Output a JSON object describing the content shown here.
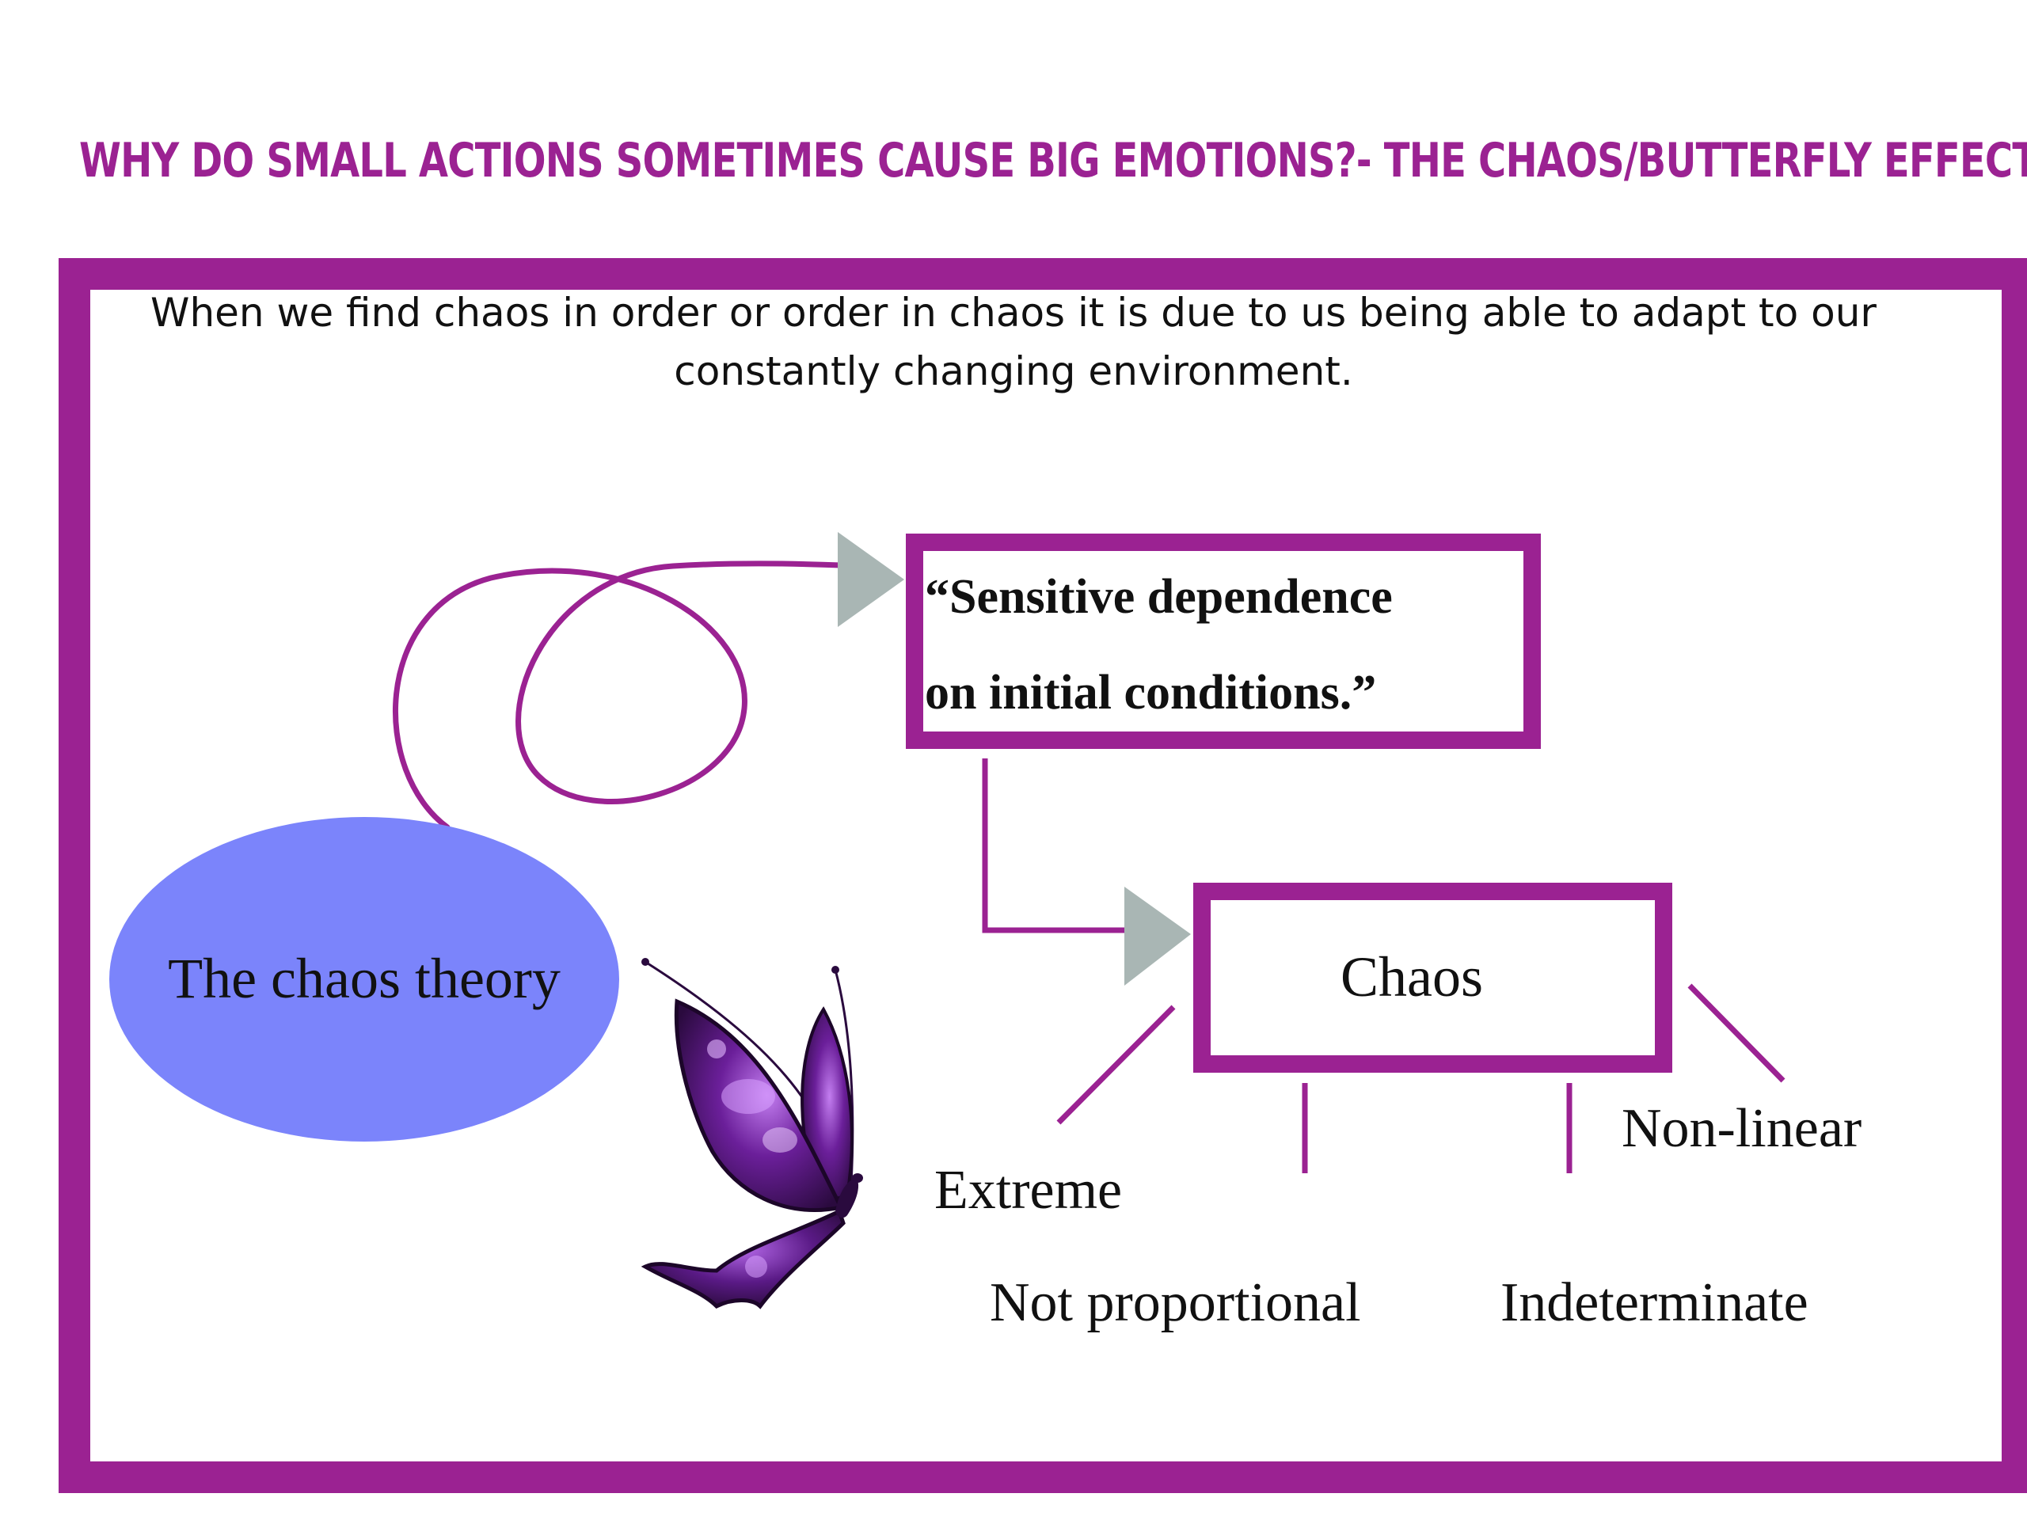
{
  "title": "WHY DO SMALL ACTIONS SOMETIMES CAUSE BIG EMOTIONS?- THE CHAOS/BUTTERFLY EFFECT.",
  "intro": "When we find chaos in order or order in chaos it is due to us being able to adapt to our constantly changing environment.",
  "nodes": {
    "theory": "The chaos theory",
    "sensitive_line1": "“Sensitive dependence",
    "sensitive_line2": "on initial conditions.”",
    "chaos": "Chaos",
    "extreme": "Extreme",
    "not_proportional": "Not proportional",
    "indeterminate": "Indeterminate",
    "non_linear": "Non-linear"
  },
  "colors": {
    "accent": "#9b2292",
    "title": "#9b2292",
    "ellipse_fill": "#7b84fb",
    "arrowhead": "#a9b6b4",
    "butterfly_dark": "#2a0a3e",
    "butterfly_mid": "#6b1f9a",
    "butterfly_light": "#c37ef0"
  },
  "icons": {
    "butterfly": "butterfly-icon",
    "arrow": "triangle-arrowhead"
  }
}
